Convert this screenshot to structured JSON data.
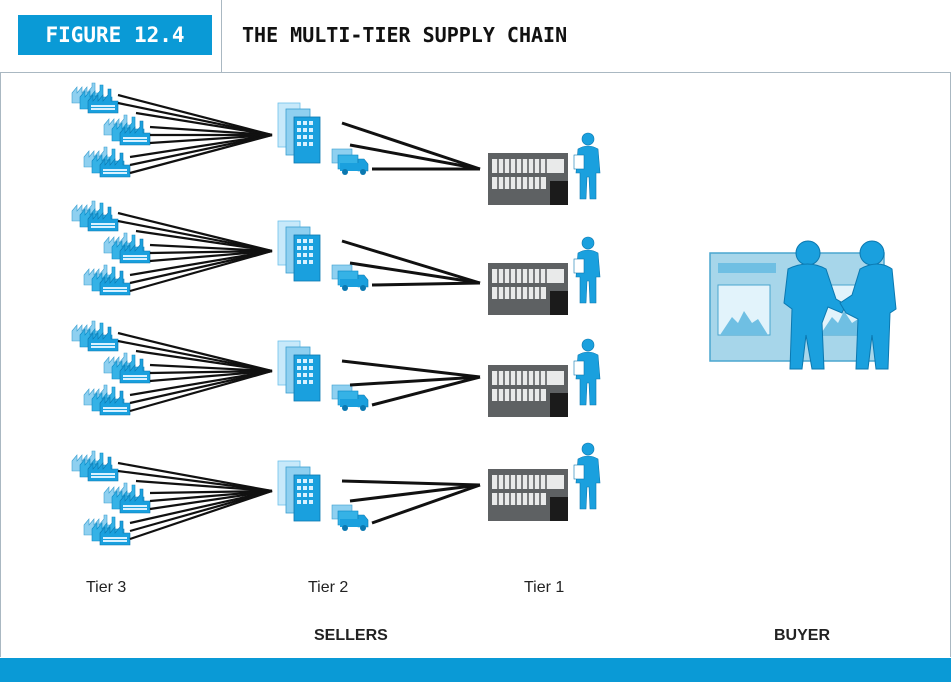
{
  "figure": {
    "label": "FIGURE 12.4",
    "title": "THE MULTI-TIER SUPPLY CHAIN"
  },
  "tiers": {
    "tier3": "Tier 3",
    "tier2": "Tier 2",
    "tier1": "Tier 1"
  },
  "groups": {
    "sellers": "SELLERS",
    "buyer": "BUYER"
  },
  "colors": {
    "accent": "#0a9ad6",
    "icon_light": "#8fd0f0",
    "icon_mid": "#35b2e6",
    "icon_dark": "#0b88c4",
    "warehouse": "#5e6163",
    "connector": "#111111"
  },
  "icons": [
    "factory-icon",
    "office-building-icon",
    "truck-icon",
    "warehouse-icon",
    "worker-icon",
    "handshake-icon"
  ]
}
